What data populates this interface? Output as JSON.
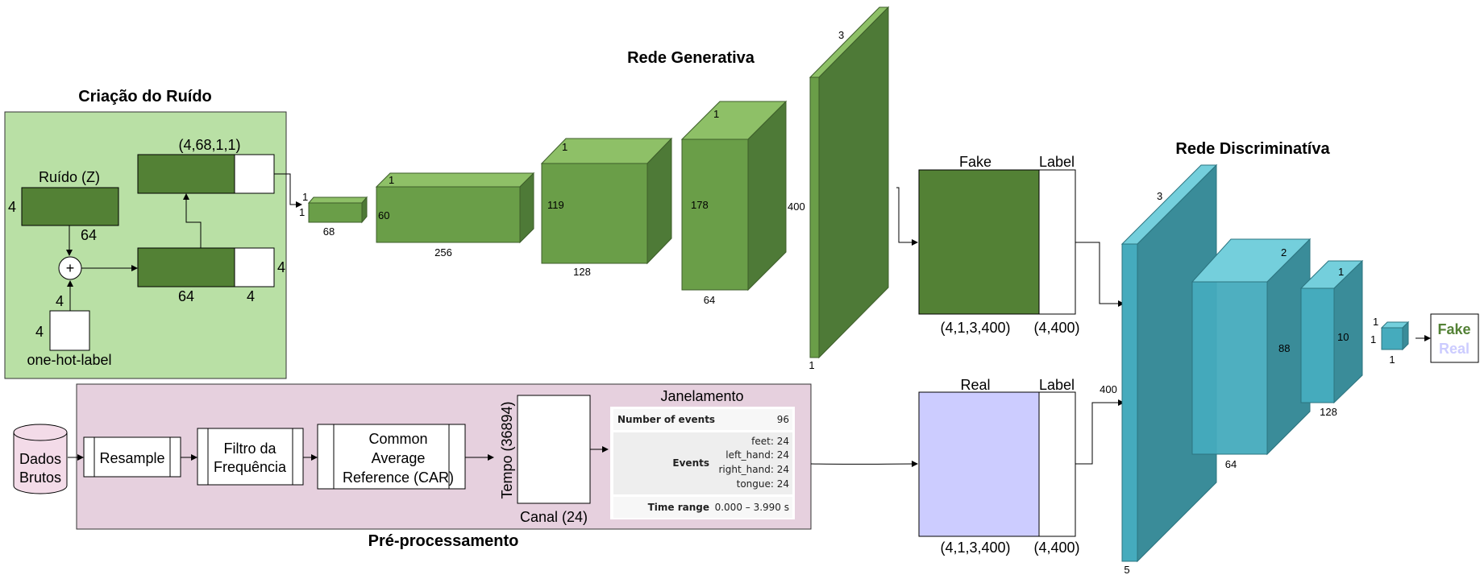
{
  "noise": {
    "title": "Criação do Ruído",
    "z_label": "Ruído (Z)",
    "z_rows": "4",
    "z_cols": "64",
    "plus": "+",
    "label_rows": "4",
    "label_cols": "4",
    "label_name": "one-hot-label",
    "concat_shape": "(4,68,1,1)",
    "concat_left": "64",
    "concat_right": "4",
    "concat_rows": "4"
  },
  "generator": {
    "title": "Rede Generativa",
    "b1": {
      "top": "1",
      "left": "1",
      "bottom": "68"
    },
    "b2": {
      "top": "1",
      "left": "60",
      "bottom": "256"
    },
    "b3": {
      "top": "1",
      "left": "119",
      "bottom": "128"
    },
    "b4": {
      "top": "1",
      "left": "178",
      "bottom": "64"
    },
    "b5": {
      "top": "3",
      "left": "400",
      "bottom": "1"
    }
  },
  "fake": {
    "title": "Fake",
    "label_title": "Label",
    "shape": "(4,1,3,400)",
    "label_shape": "(4,400)"
  },
  "real": {
    "title": "Real",
    "label_title": "Label",
    "shape": "(4,1,3,400)",
    "label_shape": "(4,400)"
  },
  "preprocess": {
    "title": "Pré-processamento",
    "raw_line1": "Dados",
    "raw_line2": "Brutos",
    "resample": "Resample",
    "filter_line1": "Filtro da",
    "filter_line2": "Frequência",
    "car_line1": "Common",
    "car_line2": "Average",
    "car_line3": "Reference (CAR)",
    "time_axis": "Tempo (36894)",
    "channel_axis": "Canal (24)",
    "window_title": "Janelamento",
    "table": {
      "events_count_label": "Number of events",
      "events_count": "96",
      "events_label": "Events",
      "feet": "feet: 24",
      "left_hand": "left_hand: 24",
      "right_hand": "right_hand: 24",
      "tongue": "tongue: 24",
      "time_label": "Time range",
      "time_value": "0.000 – 3.990 s"
    }
  },
  "discriminator": {
    "title": "Rede Discriminatíva",
    "in_label": "400",
    "b1": {
      "top": "3",
      "bottom": "5"
    },
    "b2": {
      "top": "2",
      "right": "88",
      "bottom": "64"
    },
    "b3": {
      "top": "1",
      "right": "10",
      "bottom": "128"
    },
    "b4": {
      "top": "1",
      "left": "1",
      "bottom": "1"
    },
    "out_fake": "Fake",
    "out_real": "Real"
  },
  "colors": {
    "noise_bg": "#b9e0a5",
    "preprocess_bg": "#e6d0de",
    "dark_green": "#538135",
    "gen_front": "#6a9e48",
    "gen_top": "#8ec067",
    "gen_side": "#4e7a37",
    "real_fill": "#ccccff",
    "disc_front": "#45abbd",
    "disc_top": "#74cfdc",
    "disc_side": "#3a8c99"
  }
}
